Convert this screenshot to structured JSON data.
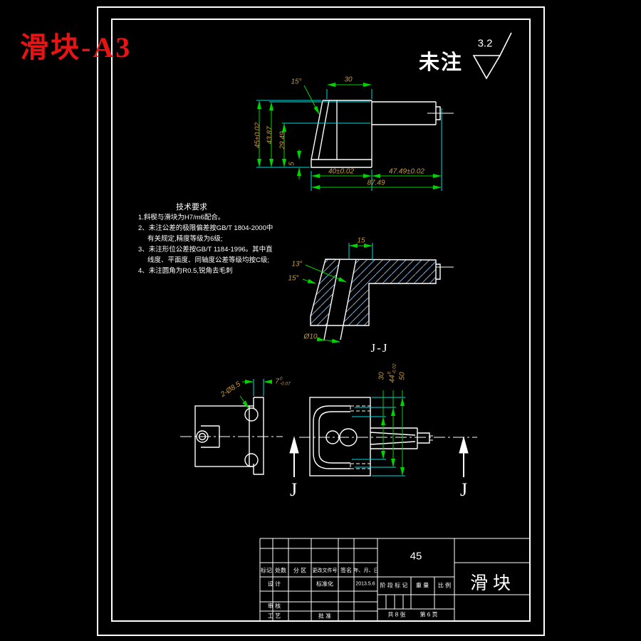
{
  "title": {
    "drawing_label": "滑块-A3"
  },
  "roughness": {
    "prefix": "未注",
    "value": "3.2"
  },
  "tech_requirements": {
    "title": "技术要求",
    "lines": [
      "1.斜楔与滑块为H7/m6配合。",
      "2、未注公差的极限偏差按GB/T 1804-2000中",
      "有关规定,精度等级为6级;",
      "3、未注形位公差按GB/T 1184-1996。其中直",
      "线度、平面度、同轴度公差等级均按C级;",
      "4、未注圆角为R0.5,锐角去毛刺"
    ]
  },
  "top_view": {
    "dims": {
      "angle15": "15°",
      "d30": "30",
      "d45": "45±0.02",
      "d43_87": "43.87",
      "d29_49": "29.49",
      "d5": "5",
      "d40": "40±0.02",
      "d47_49": "47.49±0.02",
      "d87_49": "87.49"
    }
  },
  "section_view": {
    "label": "J-J",
    "dims": {
      "d15": "15",
      "a13": "13°",
      "a15": "15°",
      "dia10": "Ø10"
    }
  },
  "left_view": {
    "dims": {
      "holes": "2-Ø8.5",
      "d7": "7",
      "d7_tol_upper": "0",
      "d7_tol_lower": "-0.07"
    }
  },
  "front_view": {
    "dims": {
      "d30": "30",
      "d44": "44",
      "d44_tol_upper": "0",
      "d44_tol_lower": "-0.02",
      "d50": "50"
    },
    "cut_label_left": "J",
    "cut_label_right": "J"
  },
  "title_block": {
    "material": "45",
    "part_name": "滑块",
    "header": {
      "mark": "标记",
      "count": "处数",
      "zone": "分 区",
      "change_no": "更改文件号",
      "signature": "签名",
      "date_label": "年、月、日"
    },
    "rows": {
      "design": "设 计",
      "standardization": "标准化",
      "design_date": "2013.5.6",
      "review": "审 核",
      "process": "工 艺",
      "approve": "批 准"
    },
    "stage": {
      "stage_mark": "阶 段 标 记",
      "weight": "重 量",
      "scale": "比 例"
    },
    "sheet": {
      "total": "共 8 张",
      "page": "第 6 页"
    }
  }
}
